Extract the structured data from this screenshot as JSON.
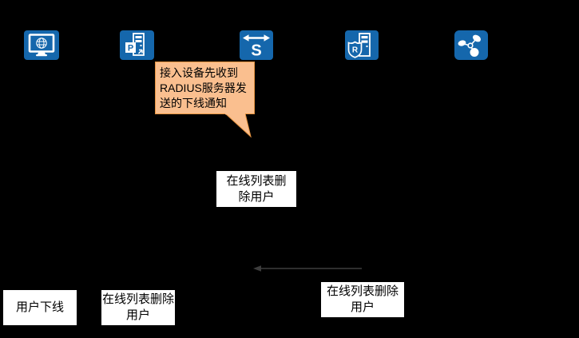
{
  "colors": {
    "background": "#000000",
    "icon_blue": "#1567AC",
    "callout_fill": "#FABF8F",
    "callout_border": "#E89440",
    "box_fill": "#FFFFFF",
    "box_border": "#000000",
    "arrow": "#3D3D3D",
    "text": "#000000"
  },
  "actors": {
    "terminal": {
      "icon": "terminal-globe-icon"
    },
    "portal_server": {
      "icon": "portal-server-icon",
      "letter": "P"
    },
    "access_device": {
      "icon": "switch-icon",
      "letter": "S"
    },
    "radius_server": {
      "icon": "radius-server-icon",
      "letter": "R"
    },
    "server_cluster": {
      "icon": "cluster-icon"
    }
  },
  "callout": {
    "text": "接入设备先收到\nRADIUS服务器发\n送的下线通知"
  },
  "steps": {
    "online_list_delete_mid": "在线列表删\n除用户",
    "user_offline": "用户下线",
    "online_list_delete_left": "在线列表删除\n用户",
    "online_list_delete_right": "在线列表删除\n用户"
  }
}
